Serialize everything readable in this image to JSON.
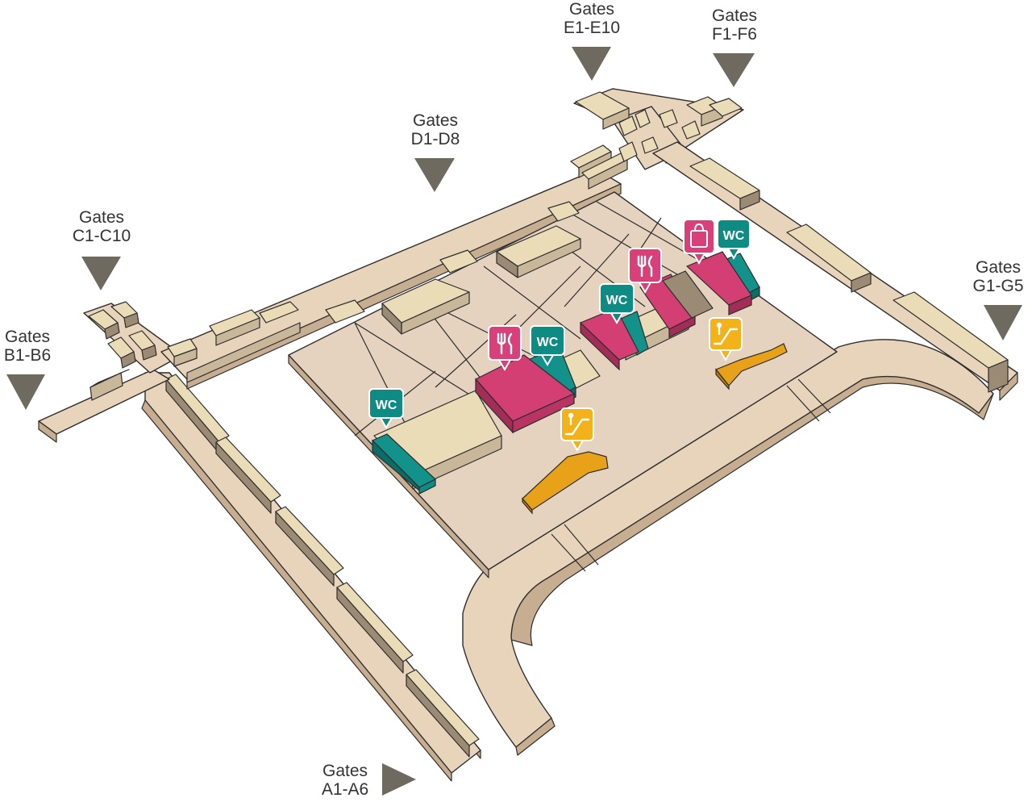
{
  "gates": [
    {
      "id": "A",
      "line1": "Gates",
      "line2": "A1-A6"
    },
    {
      "id": "B",
      "line1": "Gates",
      "line2": "B1-B6"
    },
    {
      "id": "C",
      "line1": "Gates",
      "line2": "C1-C10"
    },
    {
      "id": "D",
      "line1": "Gates",
      "line2": "D1-D8"
    },
    {
      "id": "E",
      "line1": "Gates",
      "line2": "E1-E10"
    },
    {
      "id": "F",
      "line1": "Gates",
      "line2": "F1-F6"
    },
    {
      "id": "G",
      "line1": "Gates",
      "line2": "G1-G5"
    }
  ],
  "markers": {
    "wc_text": "WC",
    "types": {
      "wc": {
        "icon": "toilet-icon",
        "color": "#0e8b82"
      },
      "restaurant": {
        "icon": "fork-knife-icon",
        "color": "#d9407a"
      },
      "shop": {
        "icon": "shopping-bag-icon",
        "color": "#d9407a"
      },
      "escalator": {
        "icon": "escalator-icon",
        "color": "#f3b219"
      }
    }
  },
  "colors": {
    "floor": "#e5d3bf",
    "pier": "#e8d4bb",
    "wc_zone": "#0e8b82",
    "food_shop_zone": "#d33f72",
    "escalator": "#e8a21a",
    "gate_arrow": "#6f6a5f"
  }
}
